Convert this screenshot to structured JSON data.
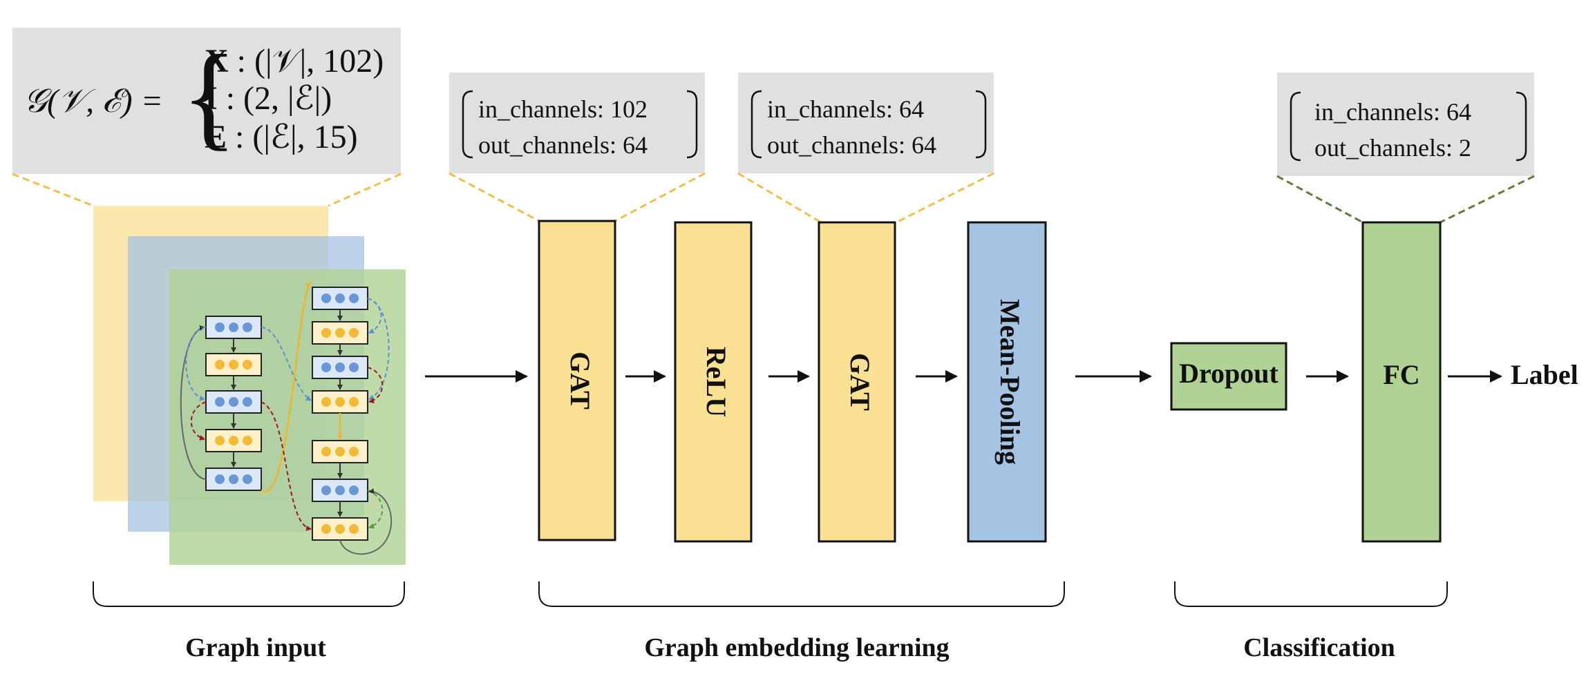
{
  "graph_definition": {
    "lhs": "𝒢(𝒱, ℰ) =",
    "lines": [
      {
        "symbol": "X",
        "shape": ": (|𝒱|, 102)"
      },
      {
        "symbol": "I",
        "shape": ": (2, |ℰ|)"
      },
      {
        "symbol": "E",
        "shape": ": (|ℰ|, 15)"
      }
    ]
  },
  "blocks": {
    "gat1": {
      "label": "GAT",
      "in_channels": "in_channels: 102",
      "out_channels": "out_channels: 64"
    },
    "relu": {
      "label": "ReLU"
    },
    "gat2": {
      "label": "GAT",
      "in_channels": "in_channels: 64",
      "out_channels": "out_channels: 64"
    },
    "pool": {
      "label": "Mean-Pooling"
    },
    "dropout": {
      "label": "Dropout"
    },
    "fc": {
      "label": "FC",
      "in_channels": "in_channels: 64",
      "out_channels": "out_channels: 2"
    },
    "output": {
      "label": "Label"
    }
  },
  "sections": {
    "input": "Graph input",
    "embedding": "Graph embedding learning",
    "classification": "Classification"
  },
  "colors": {
    "yellow_block": "#fae093",
    "blue_block": "#a5c3e3",
    "green_block": "#b0d295",
    "param_box": "#e0e0e0",
    "yellow_dash": "#f0c04a",
    "green_dash": "#5a7f3a",
    "node_blue": "#6a97d6",
    "node_yellow": "#f3bb35"
  }
}
